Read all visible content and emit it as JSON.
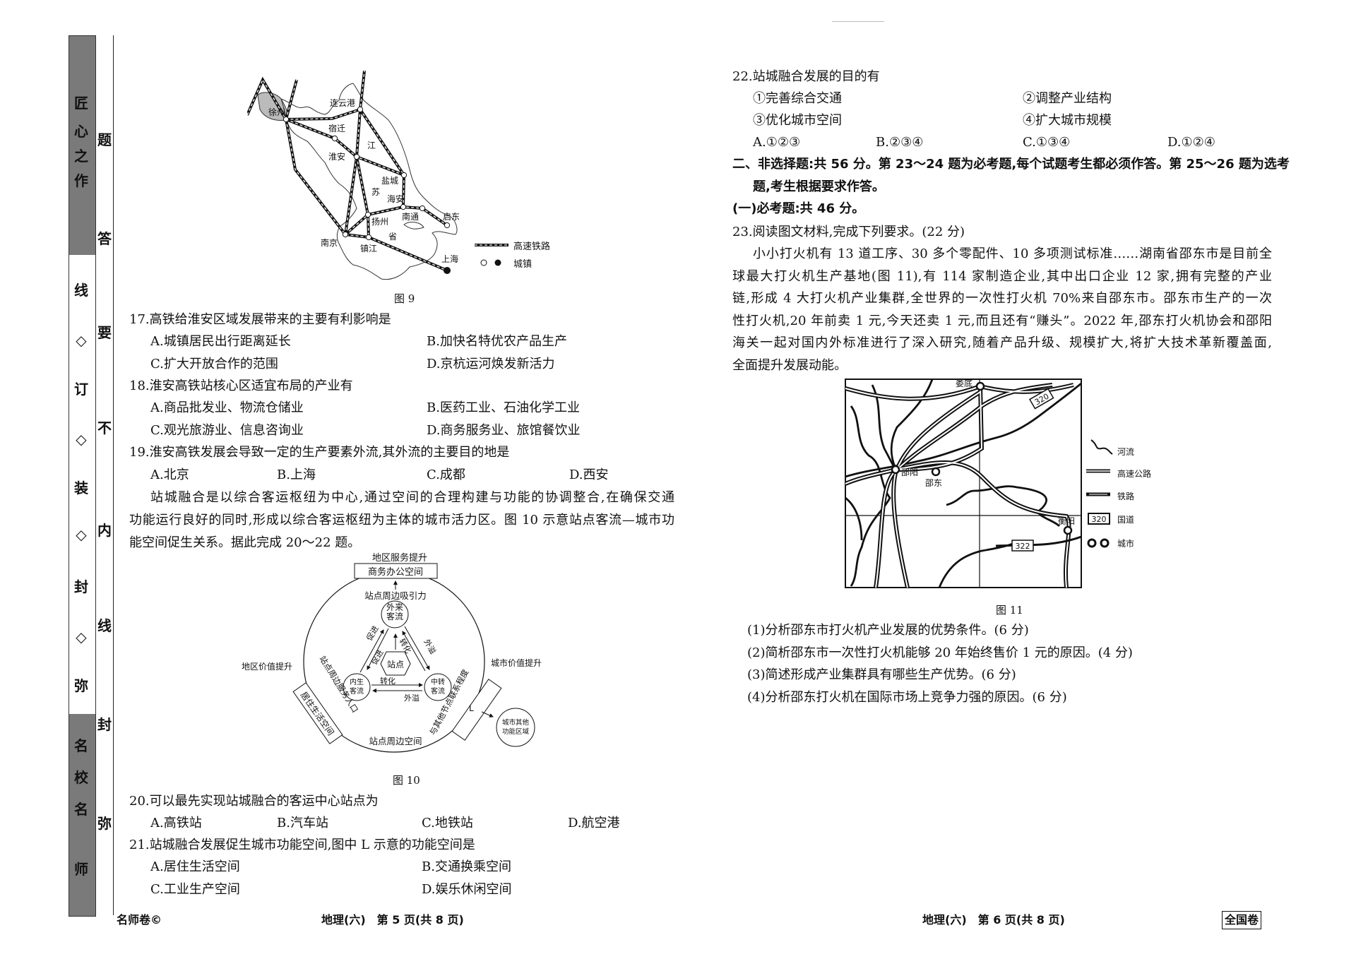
{
  "binding_strip": {
    "outer": [
      "匠",
      "心",
      "之",
      "作",
      "线",
      "◇",
      "订",
      "◇",
      "装",
      "◇",
      "封",
      "◇",
      "弥",
      "名",
      "校",
      "名",
      "师"
    ],
    "inner": [
      "题",
      "答",
      "要",
      "不",
      "内",
      "线",
      "封",
      "弥"
    ]
  },
  "left_page": {
    "fig9": {
      "caption": "图 9",
      "cities": [
        "徐州",
        "连云港",
        "宿迁",
        "淮安",
        "盐城",
        "海安",
        "南通",
        "启东",
        "扬州",
        "南京",
        "镇江",
        "上海"
      ],
      "province_chars": [
        "江",
        "苏",
        "省"
      ],
      "legend": {
        "rail": "高速铁路",
        "town": "城镇"
      }
    },
    "q17": {
      "stem": "17.高铁给淮安区域发展带来的主要有利影响是",
      "options": [
        "A.城镇居民出行距离延长",
        "B.加快名特优农产品生产",
        "C.扩大开放合作的范围",
        "D.京杭运河焕发新活力"
      ]
    },
    "q18": {
      "stem": "18.淮安高铁站核心区适宜布局的产业有",
      "options": [
        "A.商品批发业、物流仓储业",
        "B.医药工业、石油化学工业",
        "C.观光旅游业、信息咨询业",
        "D.商务服务业、旅馆餐饮业"
      ]
    },
    "q19": {
      "stem": "19.淮安高铁发展会导致一定的生产要素外流,其外流的主要目的地是",
      "options": [
        "A.北京",
        "B.上海",
        "C.成都",
        "D.西安"
      ]
    },
    "passage": [
      "站城融合是以综合客运枢纽为中心,通过空间的合理构建与功能的协调整合,在确保交通",
      "功能运行良好的同时,形成以综合客运枢纽为主体的城市活力区。图 10 示意站点客流—城市功",
      "能空间促生关系。据此完成 20～22 题。"
    ],
    "fig10": {
      "caption": "图 10",
      "top_label": "地区服务提升",
      "top_box": "商务办公空间",
      "attract": "站点周边吸引力",
      "external_flow": "外来客流",
      "station": "站点",
      "internal_flow": "内生客流",
      "transfer_flow": "中转客流",
      "promote1": "促进",
      "promote2": "促进",
      "convert1": "转化",
      "convert2": "转化",
      "spill1": "外溢",
      "spill2": "外溢",
      "left_label": "地区价值提升",
      "left_box": "居住生活空间",
      "left_arc": "站点周边服务人口",
      "right_label": "城市价值提升",
      "right_arc": "与其他节点联系程度",
      "L": "L",
      "other_area": "城市其他功能区域",
      "bottom": "站点周边空间"
    },
    "q20": {
      "stem": "20.可以最先实现站城融合的客运中心站点为",
      "options": [
        "A.高铁站",
        "B.汽车站",
        "C.地铁站",
        "D.航空港"
      ]
    },
    "q21": {
      "stem": "21.站城融合发展促生城市功能空间,图中 L 示意的功能空间是",
      "options": [
        "A.居住生活空间",
        "B.交通换乘空间",
        "C.工业生产空间",
        "D.娱乐休闲空间"
      ]
    },
    "footer": {
      "brand": "名师卷©",
      "page": "地理(六)　第 5 页(共 8 页)"
    }
  },
  "right_page": {
    "q22": {
      "stem": "22.站城融合发展的目的有",
      "items": [
        "①完善综合交通",
        "②调整产业结构",
        "③优化城市空间",
        "④扩大城市规模"
      ],
      "options": [
        "A.①②③",
        "B.②③④",
        "C.①③④",
        "D.①②④"
      ]
    },
    "section2": [
      "二、非选择题:共 56 分。第 23～24 题为必考题,每个试题考生都必须作答。第 25～26 题为选考",
      "题,考生根据要求作答。"
    ],
    "section2_sub": "(一)必考题:共 46 分。",
    "q23": {
      "stem": "23.阅读图文材料,完成下列要求。(22 分)",
      "passage": [
        "小小打火机有 13 道工序、30 多个零配件、10 多项测试标准……湖南省邵东市是目前全",
        "球最大打火机生产基地(图 11),有 114 家制造企业,其中出口企业 12 家,拥有完整的产业",
        "链,形成 4 大打火机产业集群,全世界的一次性打火机 70%来自邵东市。邵东市生产的一次",
        "性打火机,20 年前卖 1 元,今天还卖 1 元,而且还有“赚头”。2022 年,邵东打火机协会和邵阳",
        "海关一起对国内外标准进行了深入研究,随着产品升级、规模扩大,将扩大技术革新覆盖面,",
        "全面提升发展动能。"
      ],
      "subquestions": [
        "(1)分析邵东市打火机产业发展的优势条件。(6 分)",
        "(2)简析邵东市一次性打火机能够 20 年始终售价 1 元的原因。(4 分)",
        "(3)简述形成产业集群具有哪些生产优势。(6 分)",
        "(4)分析邵东打火机在国际市场上竞争力强的原因。(6 分)"
      ]
    },
    "fig11": {
      "caption": "图 11",
      "cities": [
        "娄底",
        "邵阳",
        "邵东",
        "衡阳"
      ],
      "road_numbers": [
        "320",
        "322"
      ],
      "legend": {
        "river": "河流",
        "expressway": "高速公路",
        "railway": "铁路",
        "national_road": "国道",
        "city": "城市",
        "road_sample": "320"
      }
    },
    "footer": {
      "page": "地理(六)　第 6 页(共 8 页)",
      "badge": "全国卷"
    }
  }
}
